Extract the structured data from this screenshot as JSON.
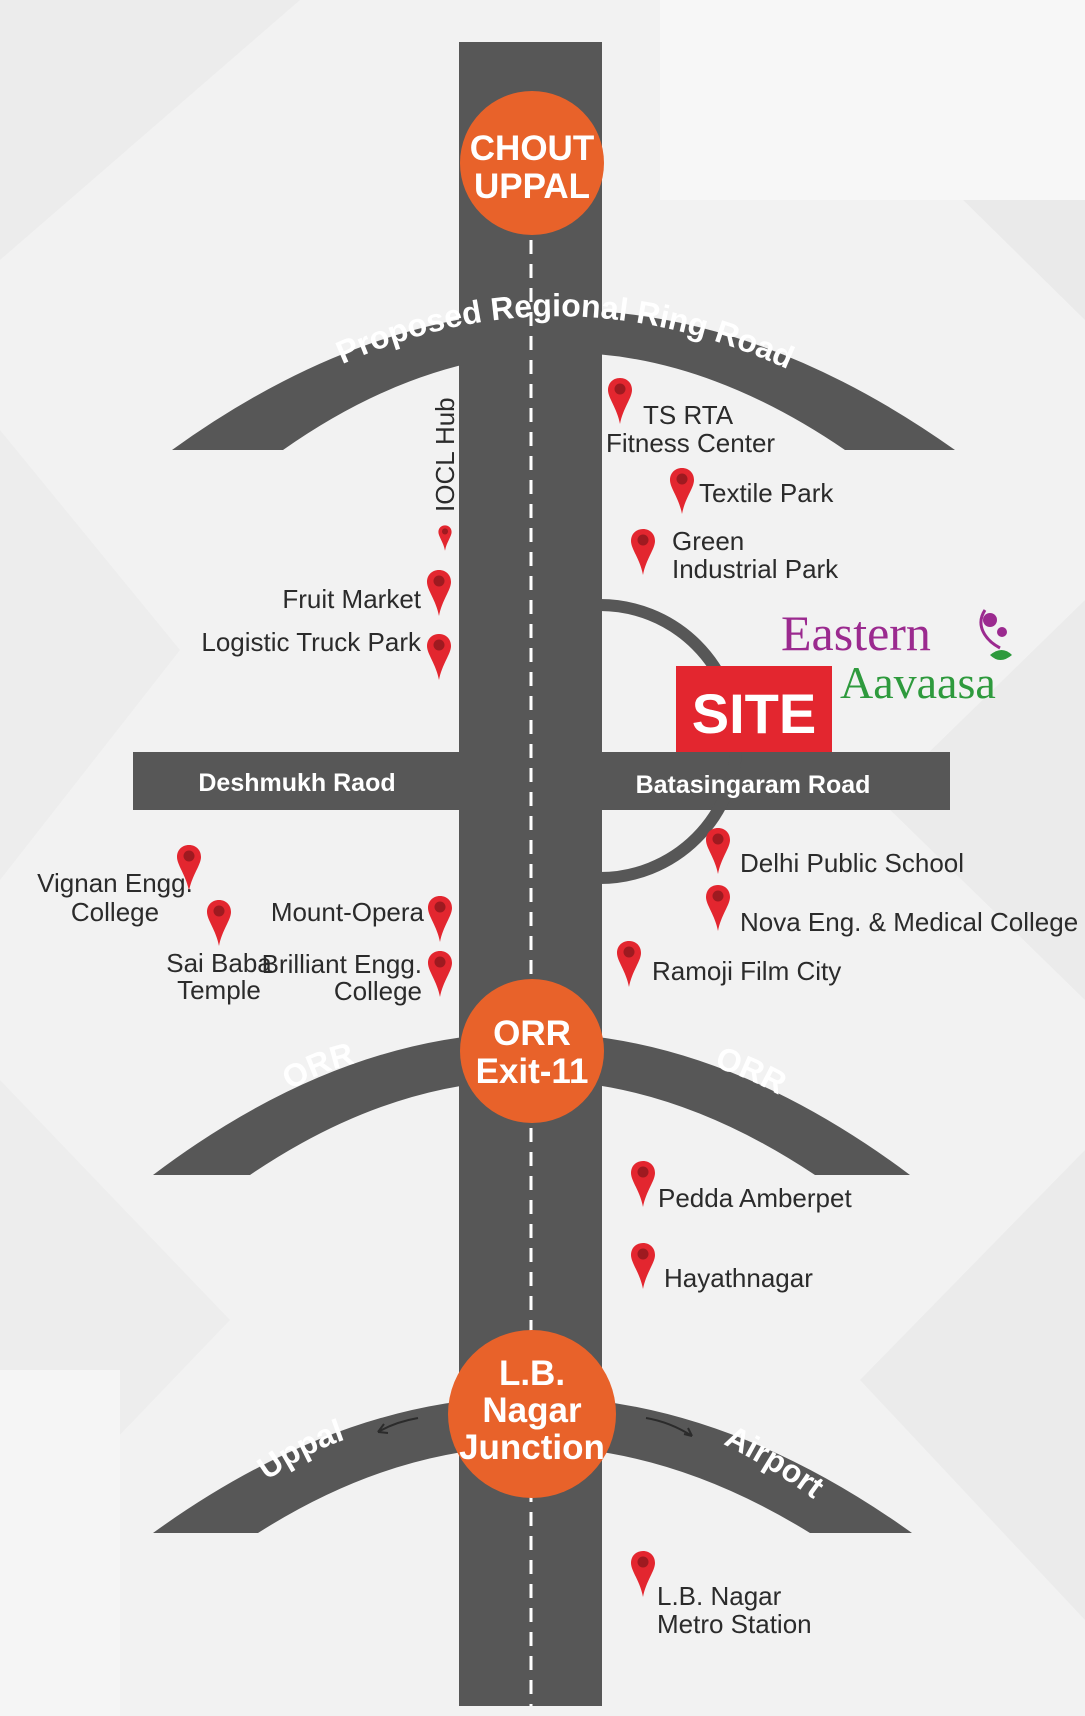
{
  "colors": {
    "background": "#f2f2f2",
    "road": "#575757",
    "junction": "#e8622a",
    "pin": "#e3262f",
    "site_badge": "#e3262f",
    "brand_purple": "#9b2a8f",
    "brand_green": "#2e9a3d"
  },
  "junctions": {
    "chout_uppal": [
      "CHOUT",
      "UPPAL"
    ],
    "orr_exit": [
      "ORR",
      "Exit-11"
    ],
    "lb_nagar": [
      "L.B.",
      "Nagar",
      "Junction"
    ]
  },
  "roads": {
    "regional_ring": "Proposed Regional Ring Road",
    "deshmukh": "Deshmukh Raod",
    "batasingaram": "Batasingaram Road",
    "orr_left": "ORR",
    "orr_right": "ORR",
    "uppal": "Uppal",
    "airport": "Airport"
  },
  "site": {
    "badge": "SITE",
    "brand_line1": "Eastern",
    "brand_line2": "Aavaasa"
  },
  "landmarks": {
    "ts_rta": [
      "TS RTA",
      "Fitness Center"
    ],
    "textile_park": [
      "Textile Park"
    ],
    "green_industrial": [
      "Green",
      "Industrial Park"
    ],
    "iocl_hub": "IOCL Hub",
    "fruit_market": [
      "Fruit Market"
    ],
    "logistic_truck_park": [
      "Logistic Truck Park"
    ],
    "delhi_public_school": [
      "Delhi Public School"
    ],
    "nova": [
      "Nova Eng. & Medical College"
    ],
    "ramoji": [
      "Ramoji Film City"
    ],
    "vignan": [
      "Vignan Engg.",
      "College"
    ],
    "sai_baba": [
      "Sai Baba",
      "Temple"
    ],
    "mount_opera": [
      "Mount-Opera"
    ],
    "brilliant": [
      "Brilliant Engg.",
      "College"
    ],
    "pedda_amberpet": [
      "Pedda Amberpet"
    ],
    "hayathnagar": [
      "Hayathnagar"
    ],
    "lb_nagar_metro": [
      "L.B. Nagar",
      "Metro Station"
    ]
  }
}
